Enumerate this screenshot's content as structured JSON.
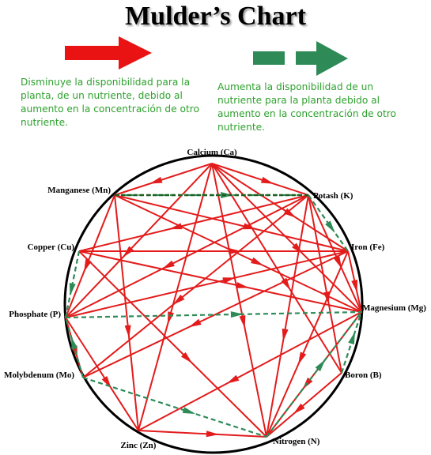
{
  "title": "Mulder’s Chart",
  "legend": {
    "decrease": {
      "text": "Disminuye la disponibilidad para la planta, de un nutriente, debido al aumento en la concentración de otro nutriente.",
      "color": "#e31b1b"
    },
    "increase": {
      "text": "Aumenta la disponibilidad de un nutriente para la planta debido al aumento en la concentración de otro nutriente.",
      "color": "#2e8b57"
    }
  },
  "nutrients": [
    {
      "id": "Ca",
      "label": "Calcium (Ca)"
    },
    {
      "id": "Mn",
      "label": "Manganese (Mn)"
    },
    {
      "id": "K",
      "label": "Potash (K)"
    },
    {
      "id": "Cu",
      "label": "Copper (Cu)"
    },
    {
      "id": "Fe",
      "label": "Iron (Fe)"
    },
    {
      "id": "P",
      "label": "Phosphate (P)"
    },
    {
      "id": "Mg",
      "label": "Magnesium (Mg)"
    },
    {
      "id": "Mo",
      "label": "Molybdenum (Mo)"
    },
    {
      "id": "B",
      "label": "Boron (B)"
    },
    {
      "id": "Zn",
      "label": "Zinc (Zn)"
    },
    {
      "id": "N",
      "label": "Nitrogen (N)"
    }
  ],
  "antagonisms": [
    [
      "Ca",
      "Mn"
    ],
    [
      "Ca",
      "K"
    ],
    [
      "Ca",
      "Fe"
    ],
    [
      "Ca",
      "Mg"
    ],
    [
      "Ca",
      "P"
    ],
    [
      "Ca",
      "Zn"
    ],
    [
      "Ca",
      "B"
    ],
    [
      "Ca",
      "N"
    ],
    [
      "Mn",
      "Fe"
    ],
    [
      "Mn",
      "Mg"
    ],
    [
      "Mn",
      "P"
    ],
    [
      "Mn",
      "Zn"
    ],
    [
      "K",
      "Cu"
    ],
    [
      "K",
      "P"
    ],
    [
      "K",
      "Mo"
    ],
    [
      "K",
      "N"
    ],
    [
      "K",
      "Mg"
    ],
    [
      "K",
      "B"
    ],
    [
      "Cu",
      "Fe"
    ],
    [
      "Cu",
      "Mg"
    ],
    [
      "Cu",
      "N"
    ],
    [
      "P",
      "Fe"
    ],
    [
      "P",
      "Mo"
    ],
    [
      "P",
      "Zn"
    ],
    [
      "Fe",
      "N"
    ],
    [
      "Fe",
      "Mo"
    ],
    [
      "Fe",
      "Mg"
    ],
    [
      "Mg",
      "N"
    ],
    [
      "Mg",
      "Zn"
    ],
    [
      "B",
      "N"
    ],
    [
      "Zn",
      "N"
    ]
  ],
  "stimulations": [
    [
      "Mn",
      "K"
    ],
    [
      "K",
      "Fe"
    ],
    [
      "Cu",
      "P"
    ],
    [
      "P",
      "Mg"
    ],
    [
      "Mo",
      "P"
    ],
    [
      "Mo",
      "N"
    ],
    [
      "N",
      "Mg"
    ],
    [
      "B",
      "Mg"
    ]
  ]
}
